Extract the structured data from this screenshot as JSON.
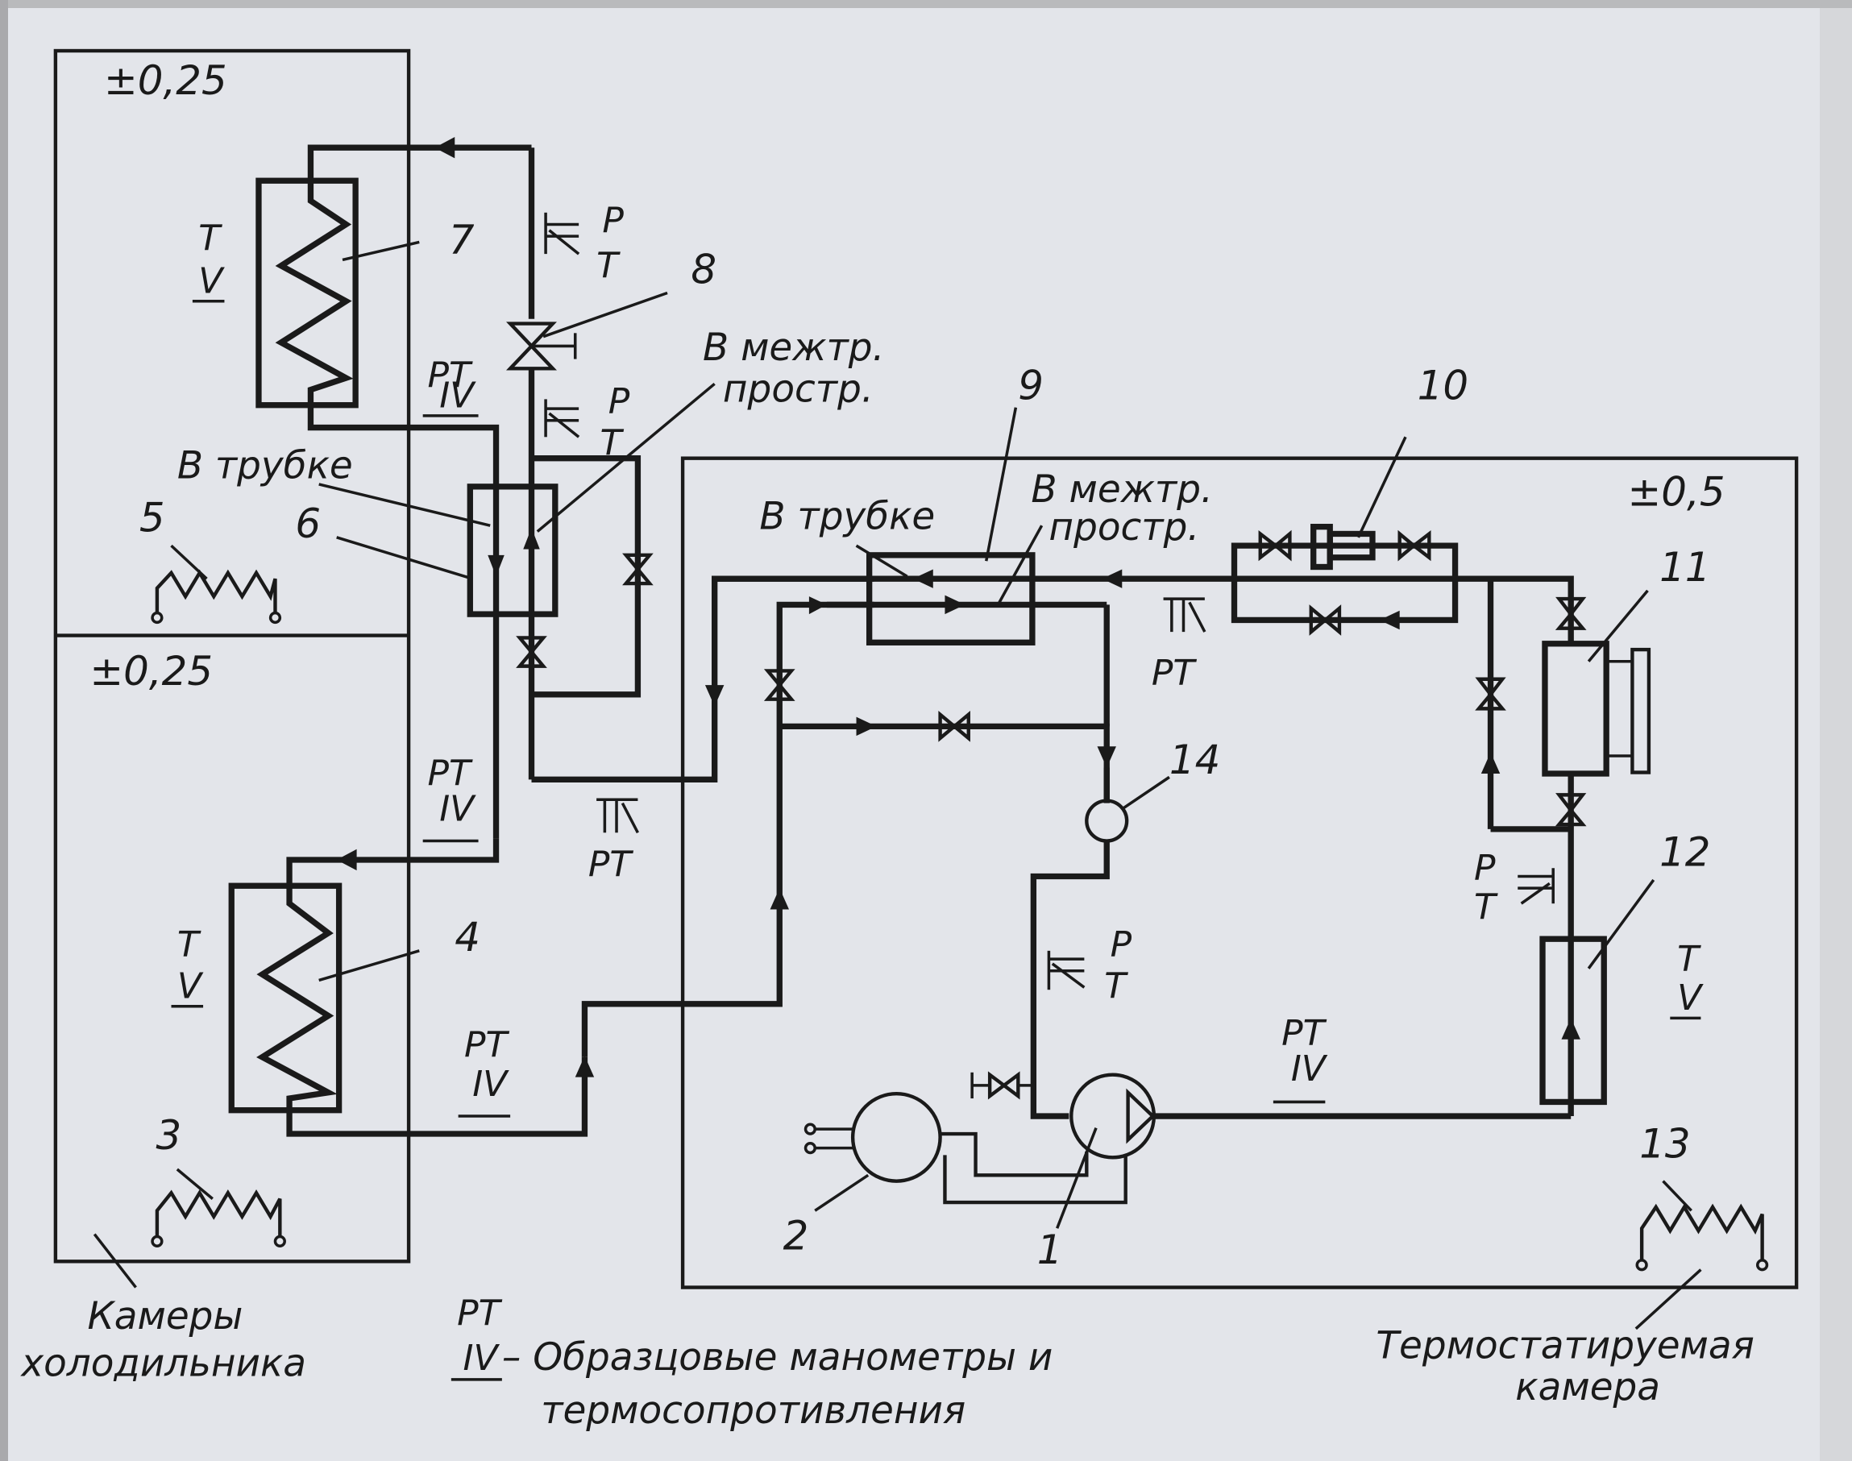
{
  "figure": {
    "zones": {
      "fridge_upper_tolerance": "±0,25",
      "fridge_lower_tolerance": "±0,25",
      "thermostat_tolerance": "±0,5"
    },
    "component_numbers": [
      "1",
      "2",
      "3",
      "4",
      "5",
      "6",
      "7",
      "8",
      "9",
      "10",
      "11",
      "12",
      "13",
      "14"
    ],
    "labels": {
      "in_tube_6": "В трубке",
      "intertube_6_line1": "В межтр.",
      "intertube_6_line2": "простр.",
      "in_tube_9": "В трубке",
      "intertube_9_line1": "В межтр.",
      "intertube_9_line2": "простр."
    },
    "instrument_marks": {
      "pt": "PT",
      "p": "P",
      "t": "T"
    },
    "captions": {
      "fridge_line1": "Камеры",
      "fridge_line2": "холодильника",
      "legend_symbol": "PT",
      "legend_line1": "– Образцовые манометры и",
      "legend_line2": "термосопротивления",
      "thermo_line1": "Термостатируемая",
      "thermo_line2": "камера"
    }
  }
}
